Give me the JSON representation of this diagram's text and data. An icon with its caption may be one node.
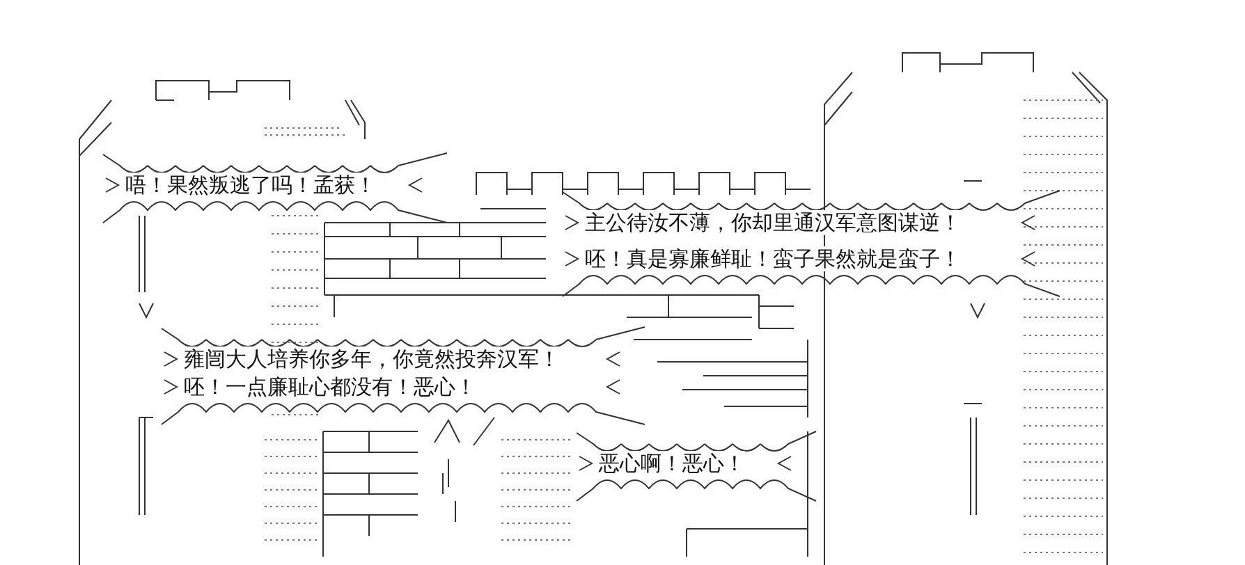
{
  "diagram": {
    "nodes": [
      {
        "text": [
          "唔！果然叛逃了吗！孟获！"
        ]
      },
      {
        "text": [
          "主公待汝不薄，你却里通汉军意图谋逆！",
          "呸！真是寡廉鲜耻！蛮子果然就是蛮子！"
        ]
      },
      {
        "text": [
          "雍闿大人培养你多年，你竟然投奔汉军！",
          "呸！一点廉耻心都没有！恶心！"
        ]
      },
      {
        "text": [
          "恶心啊！恶心！"
        ]
      }
    ]
  }
}
